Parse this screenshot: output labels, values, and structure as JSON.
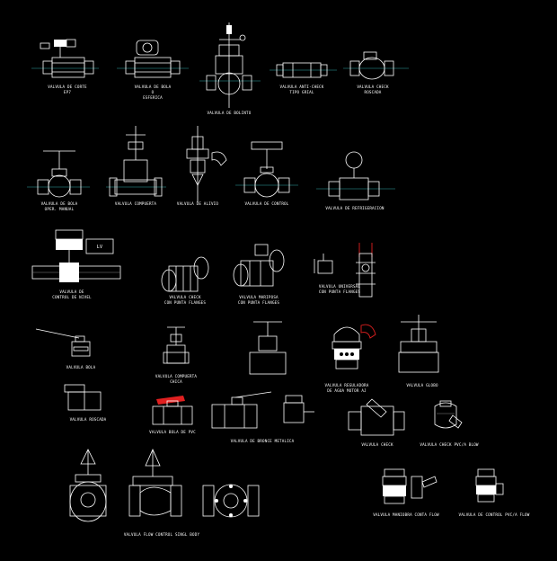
{
  "drawing": {
    "background": "#000000",
    "line_color": "#ffffff",
    "accent_red": "#e02020",
    "accent_cyan": "#33aaaa"
  },
  "labels": {
    "valvula_corte_l1": "VALVULA DE CORTE",
    "valvula_corte_l2": "EP7",
    "bola_esferica_l1": "VALVULA DE BOLA",
    "bola_esferica_l2": "O",
    "bola_esferica_l3": "ESFERICA",
    "antiretorno_l1": "VALVULA ANTI-CHECK",
    "antiretorno_l2": "TIPO GRIAL",
    "check_roscada_l1": "VALVULA CHECK",
    "check_roscada_l2": "ROSCADA",
    "bolinto": "VALVULA DE BOLINTO",
    "bola_manual_l1": "VALVULA DE BOLA",
    "bola_manual_l2": "OPER. MANUAL",
    "compuerta": "VALVULA COMPUERTA",
    "alivio": "VALVULA DE ALIVIO",
    "control": "VALVULA DE CONTROL",
    "refrigeracion": "VALVULA DE REFRIGERACION",
    "control_nivel_l1": "VALVULA DE",
    "control_nivel_l2": "CONTROL DE NIVEL",
    "check_bridas_l1": "VALVULA CHECK",
    "check_bridas_l2": "CON PUNTA FLANGES",
    "mariposa_l1": "VALVULA MARIPOSA",
    "mariposa_l2": "CON PUNTA FLANGES",
    "universal_l1": "VALVULA UNIVERSAL",
    "universal_l2": "CON PUNTA FLANGES",
    "bola_small": "VALVULA BOLA",
    "compuerta_chica_l1": "VALVULA COMPUERTA",
    "compuerta_chica_l2": "CHICA",
    "reguladora_l1": "VALVULA REGULADORA",
    "reguladora_l2": "DE AGUA MOTOR AJ",
    "globo": "VALVULA GLOBO",
    "roscada": "VALVULA ROSCADA",
    "bola_pvc": "VALVULA BOLA DE PVC",
    "bronce": "VALVULA DE BRONCE METALICA",
    "check_c": "VALVULA CHECK",
    "check_pvc_l1": "VALVULA CHECK PVC/A BLOW",
    "maniobra": "VALVULA MANIOBRA CONTA FLOW",
    "control_flow": "VALVULA DE CONTROL PVC/A FLOW",
    "flow_control": "VALVULA FLOW CONTROL SINGL BODY"
  }
}
